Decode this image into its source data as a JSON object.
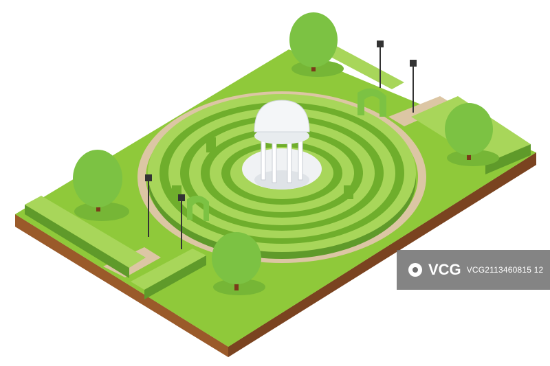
{
  "scene": {
    "description_items": [
      "hedge-maze",
      "rotunda",
      "trees",
      "street-lamps",
      "hedge-arch",
      "paths"
    ],
    "colors": {
      "grass": "#8fc93a",
      "grass_dark": "#6fae2c",
      "hedge_top": "#a8d65a",
      "hedge_side": "#5f9a2a",
      "path": "#dcc6a4",
      "soil_front": "#9a5a2a",
      "soil_side": "#7a4320",
      "tree": "#7cc243",
      "tree_shadow": "#5ea334",
      "trunk": "#7a3b1a",
      "rotunda": "#f4f6f8",
      "lamp": "#333333"
    }
  },
  "watermark": {
    "brand": "VCG",
    "id": "VCG2113460815 12"
  }
}
